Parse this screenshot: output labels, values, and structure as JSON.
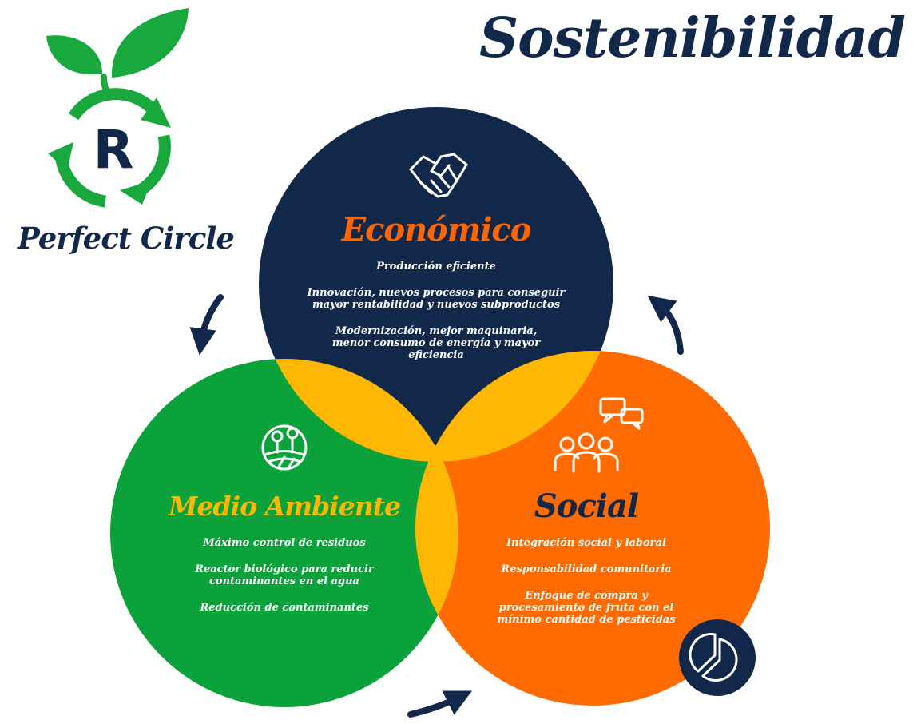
{
  "colors": {
    "navy": "#12284b",
    "green": "#0ba23b",
    "orange": "#ff6b00",
    "overlap": "#ffb703",
    "economico_heading": "#ff6600",
    "medio_heading": "#ffb800",
    "social_heading": "#12284b",
    "logo_green": "#19a83e"
  },
  "brand": {
    "logo_letter": "R",
    "name": "Perfect Circle",
    "logo_icon": "recycle-leaf-logo"
  },
  "title": "Sostenibilidad",
  "sections": {
    "economico": {
      "icon": "handshake-icon",
      "heading": "Económico",
      "items": [
        "Producción eficiente",
        "Innovación, nuevos procesos para conseguir mayor rentabilidad y nuevos subproductos",
        "Modernización, mejor maquinaria, menor consumo de energía y mayor eficiencia"
      ]
    },
    "medio_ambiente": {
      "icon": "landscape-trees-icon",
      "heading": "Medio Ambiente",
      "items": [
        "Máximo control de residuos",
        "Reactor biológico para reducir contaminantes en el agua",
        "Reducción de contaminantes"
      ]
    },
    "social": {
      "icon": "people-chat-icon",
      "heading": "Social",
      "items": [
        "Integración social y laboral",
        "Responsabilidad comunitaria",
        "Enfoque de compra y procesamiento de fruta con el mínimo cantidad de pesticidas"
      ]
    }
  },
  "decorations": {
    "badge_icon": "pie-chart-icon",
    "cycle_arrows": [
      "curved-arrow-down-icon",
      "curved-arrow-up-icon",
      "curved-arrow-right-icon"
    ]
  }
}
